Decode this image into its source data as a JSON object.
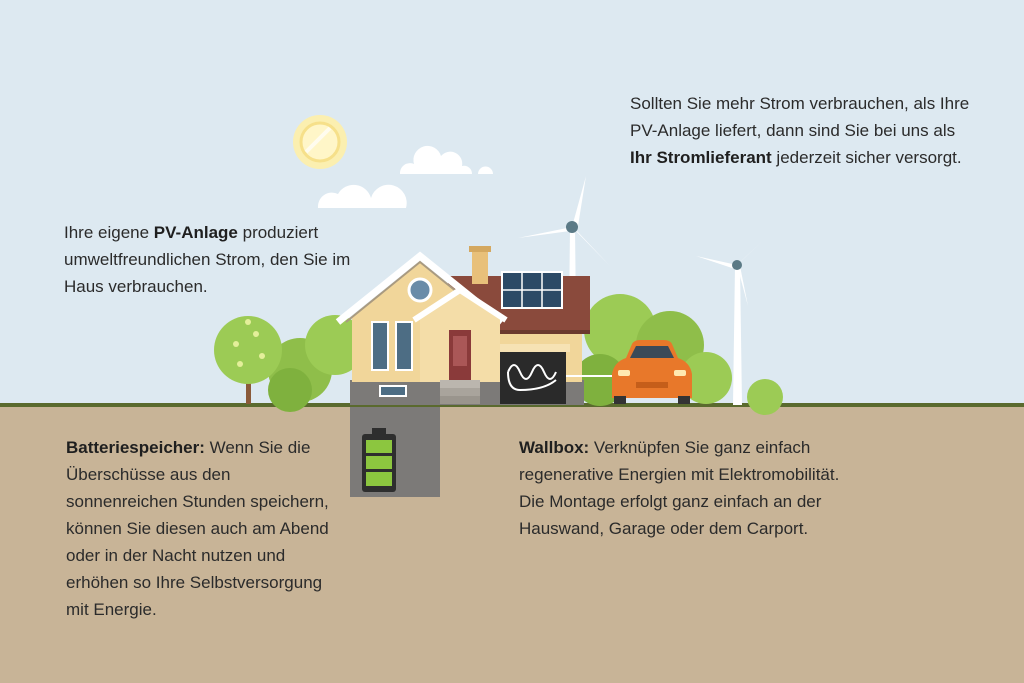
{
  "colors": {
    "sky": "#dde9f1",
    "ground": "#c8b497",
    "ground_line": "#5a6a2e",
    "tree_green": "#8fbe4a",
    "house_wall": "#f1d69a",
    "roof": "#8a4a3c",
    "car": "#e8782a",
    "battery_green": "#8cc63f"
  },
  "icons": [
    "sun-icon",
    "cloud-icon",
    "wind-turbine-icon",
    "house-icon",
    "solar-panel-icon",
    "car-icon",
    "wallbox-icon",
    "battery-icon",
    "tree-icon"
  ],
  "texts": {
    "pv": {
      "pre": "Ihre eigene ",
      "bold": "PV-Anlage",
      "post": " produziert umweltfreundlichen Strom, den Sie im Haus verbrauchen."
    },
    "grid": {
      "pre": "Sollten Sie mehr Strom verbrauchen, als Ihre PV-Anlage liefert, dann sind Sie bei uns als ",
      "bold": "Ihr Stromlieferant",
      "post": " jederzeit sicher versorgt."
    },
    "battery": {
      "bold": "Batteriespeicher:",
      "post": " Wenn Sie die Überschüsse aus den sonnenreichen Stunden speichern, können Sie diesen auch am Abend oder in der Nacht nutzen und erhöhen so Ihre Selbstversorgung mit Energie."
    },
    "wallbox": {
      "bold": "Wallbox:",
      "post": " Verknüpfen Sie ganz einfach regenerative Energien mit Elektromobilität. Die Montage erfolgt ganz einfach an der Hauswand, Garage oder dem Carport."
    }
  }
}
